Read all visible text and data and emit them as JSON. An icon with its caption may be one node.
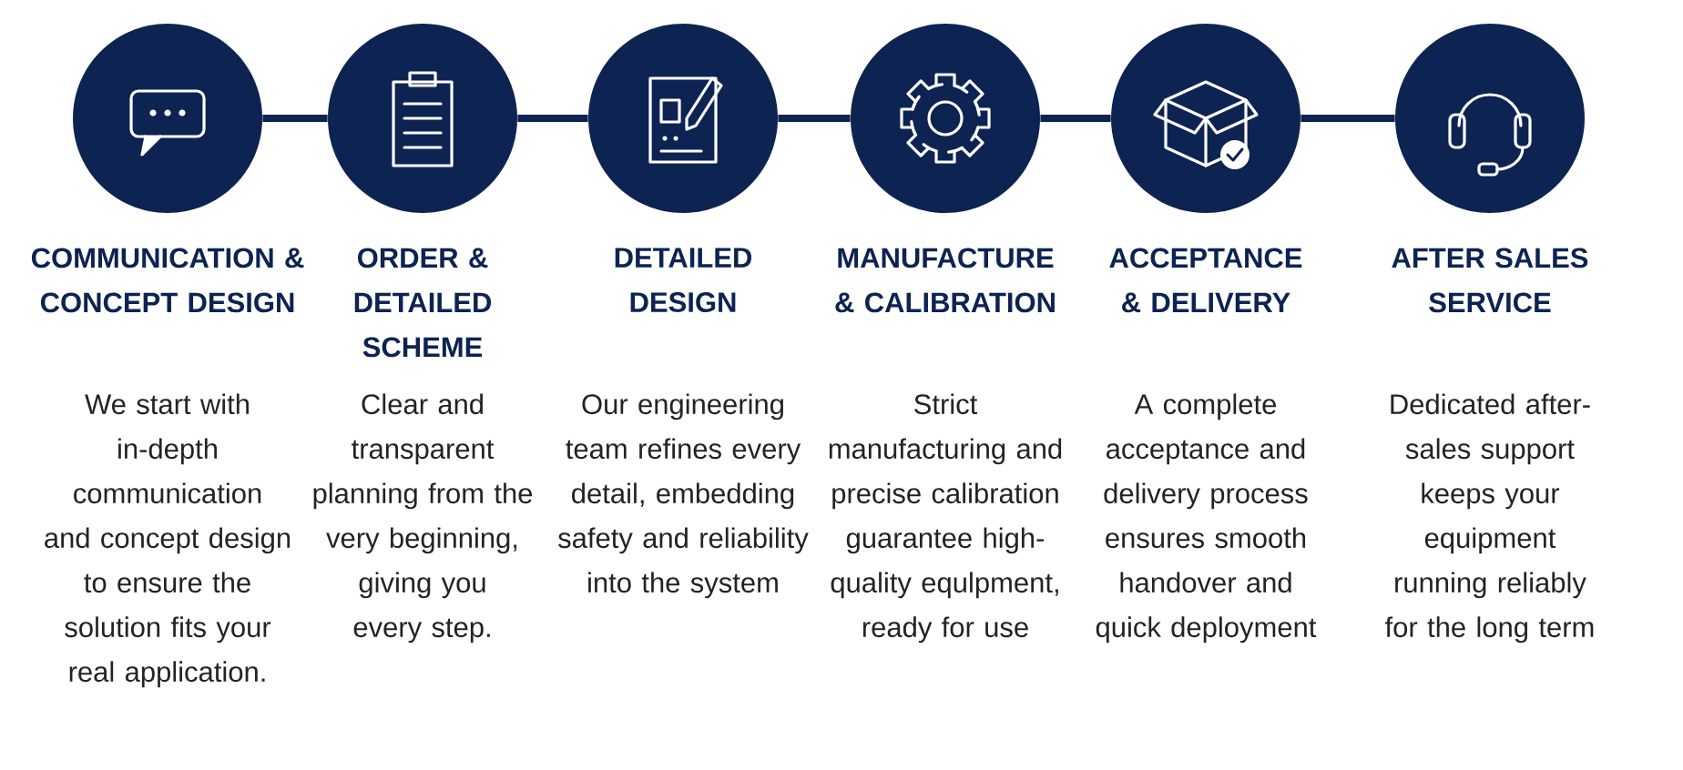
{
  "diagram": {
    "nodes": [
      {
        "text": [
          "COMMUNICATION & CONCEPT DESIGN",
          "We start with in-depth communication and concept design to ensure the solution fits your real application."
        ]
      },
      {
        "text": [
          "ORDER & DETAILED SCHEME",
          "Clear and transparent planning from the very beginning, giving you every step."
        ]
      },
      {
        "text": [
          "DETAILED DESIGN",
          "Our engineering team refines every detail, embedding safety and reliability into the system"
        ]
      },
      {
        "text": [
          "MANUFACTURE & CALIBRATION",
          "Strict manufacturing and precise calibration guarantee high-quality equlpment, ready for use"
        ]
      },
      {
        "text": [
          "ACCEPTANCE & DELIVERY",
          "A complete acceptance and delivery process ensures smooth handover and quick deployment"
        ]
      },
      {
        "text": [
          "AFTER SALES SERVICE",
          "Dedicated after-sales support keeps your equipment running reliably for the long term"
        ]
      }
    ],
    "edges": [
      {
        "from": 0,
        "to": 1,
        "arrow": "none"
      },
      {
        "from": 1,
        "to": 2,
        "arrow": "none"
      },
      {
        "from": 2,
        "to": 3,
        "arrow": "none"
      },
      {
        "from": 3,
        "to": 4,
        "arrow": "none"
      },
      {
        "from": 4,
        "to": 5,
        "arrow": "none"
      }
    ]
  }
}
